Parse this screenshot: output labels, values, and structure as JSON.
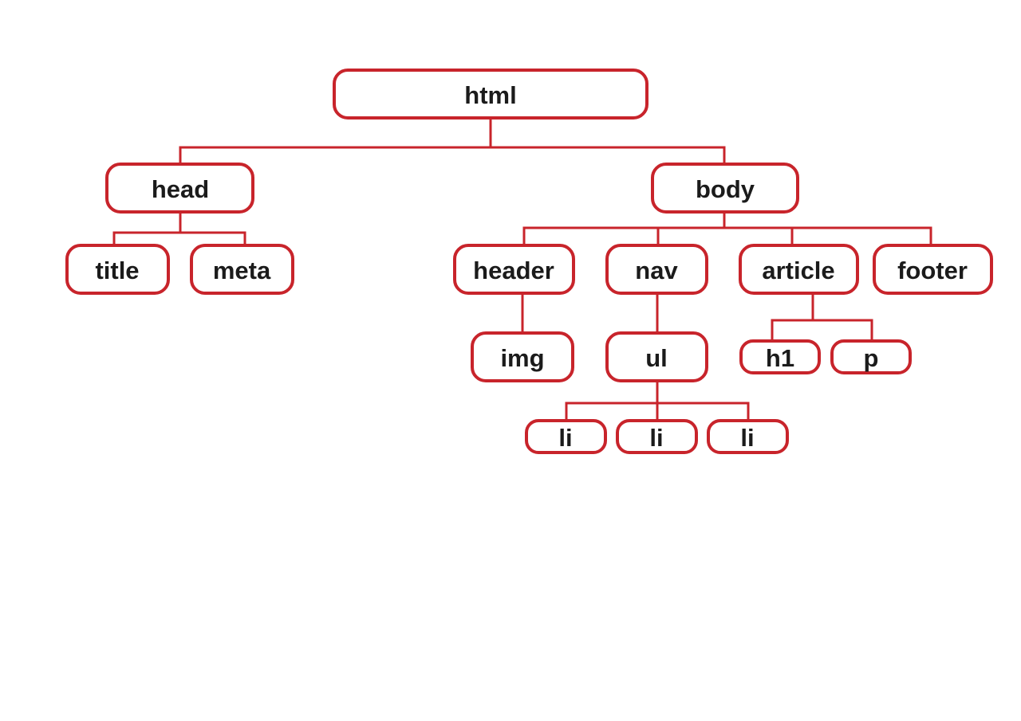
{
  "diagram": {
    "type": "tree",
    "colors": {
      "stroke": "#c8242b",
      "text": "#1b1b1b",
      "fill": "#ffffff"
    },
    "nodes": {
      "html": "html",
      "head": "head",
      "body": "body",
      "title": "title",
      "meta": "meta",
      "header": "header",
      "nav": "nav",
      "article": "article",
      "footer": "footer",
      "img": "img",
      "ul": "ul",
      "h1": "h1",
      "p": "p",
      "li_1": "li",
      "li_2": "li",
      "li_3": "li"
    },
    "edges": [
      [
        "html",
        "head"
      ],
      [
        "html",
        "body"
      ],
      [
        "head",
        "title"
      ],
      [
        "head",
        "meta"
      ],
      [
        "body",
        "header"
      ],
      [
        "body",
        "nav"
      ],
      [
        "body",
        "article"
      ],
      [
        "body",
        "footer"
      ],
      [
        "header",
        "img"
      ],
      [
        "nav",
        "ul"
      ],
      [
        "article",
        "h1"
      ],
      [
        "article",
        "p"
      ],
      [
        "ul",
        "li_1"
      ],
      [
        "ul",
        "li_2"
      ],
      [
        "ul",
        "li_3"
      ]
    ]
  }
}
